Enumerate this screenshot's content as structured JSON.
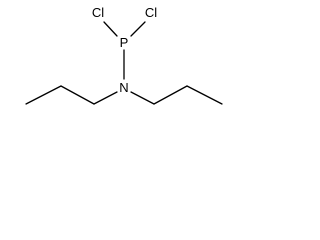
{
  "molecule": {
    "atoms": {
      "cl_left": "Cl",
      "cl_right": "Cl",
      "phosphorus": "P",
      "nitrogen": "N"
    },
    "colors": {
      "bond": "#000000",
      "label": "#000000",
      "background": "#ffffff"
    }
  }
}
